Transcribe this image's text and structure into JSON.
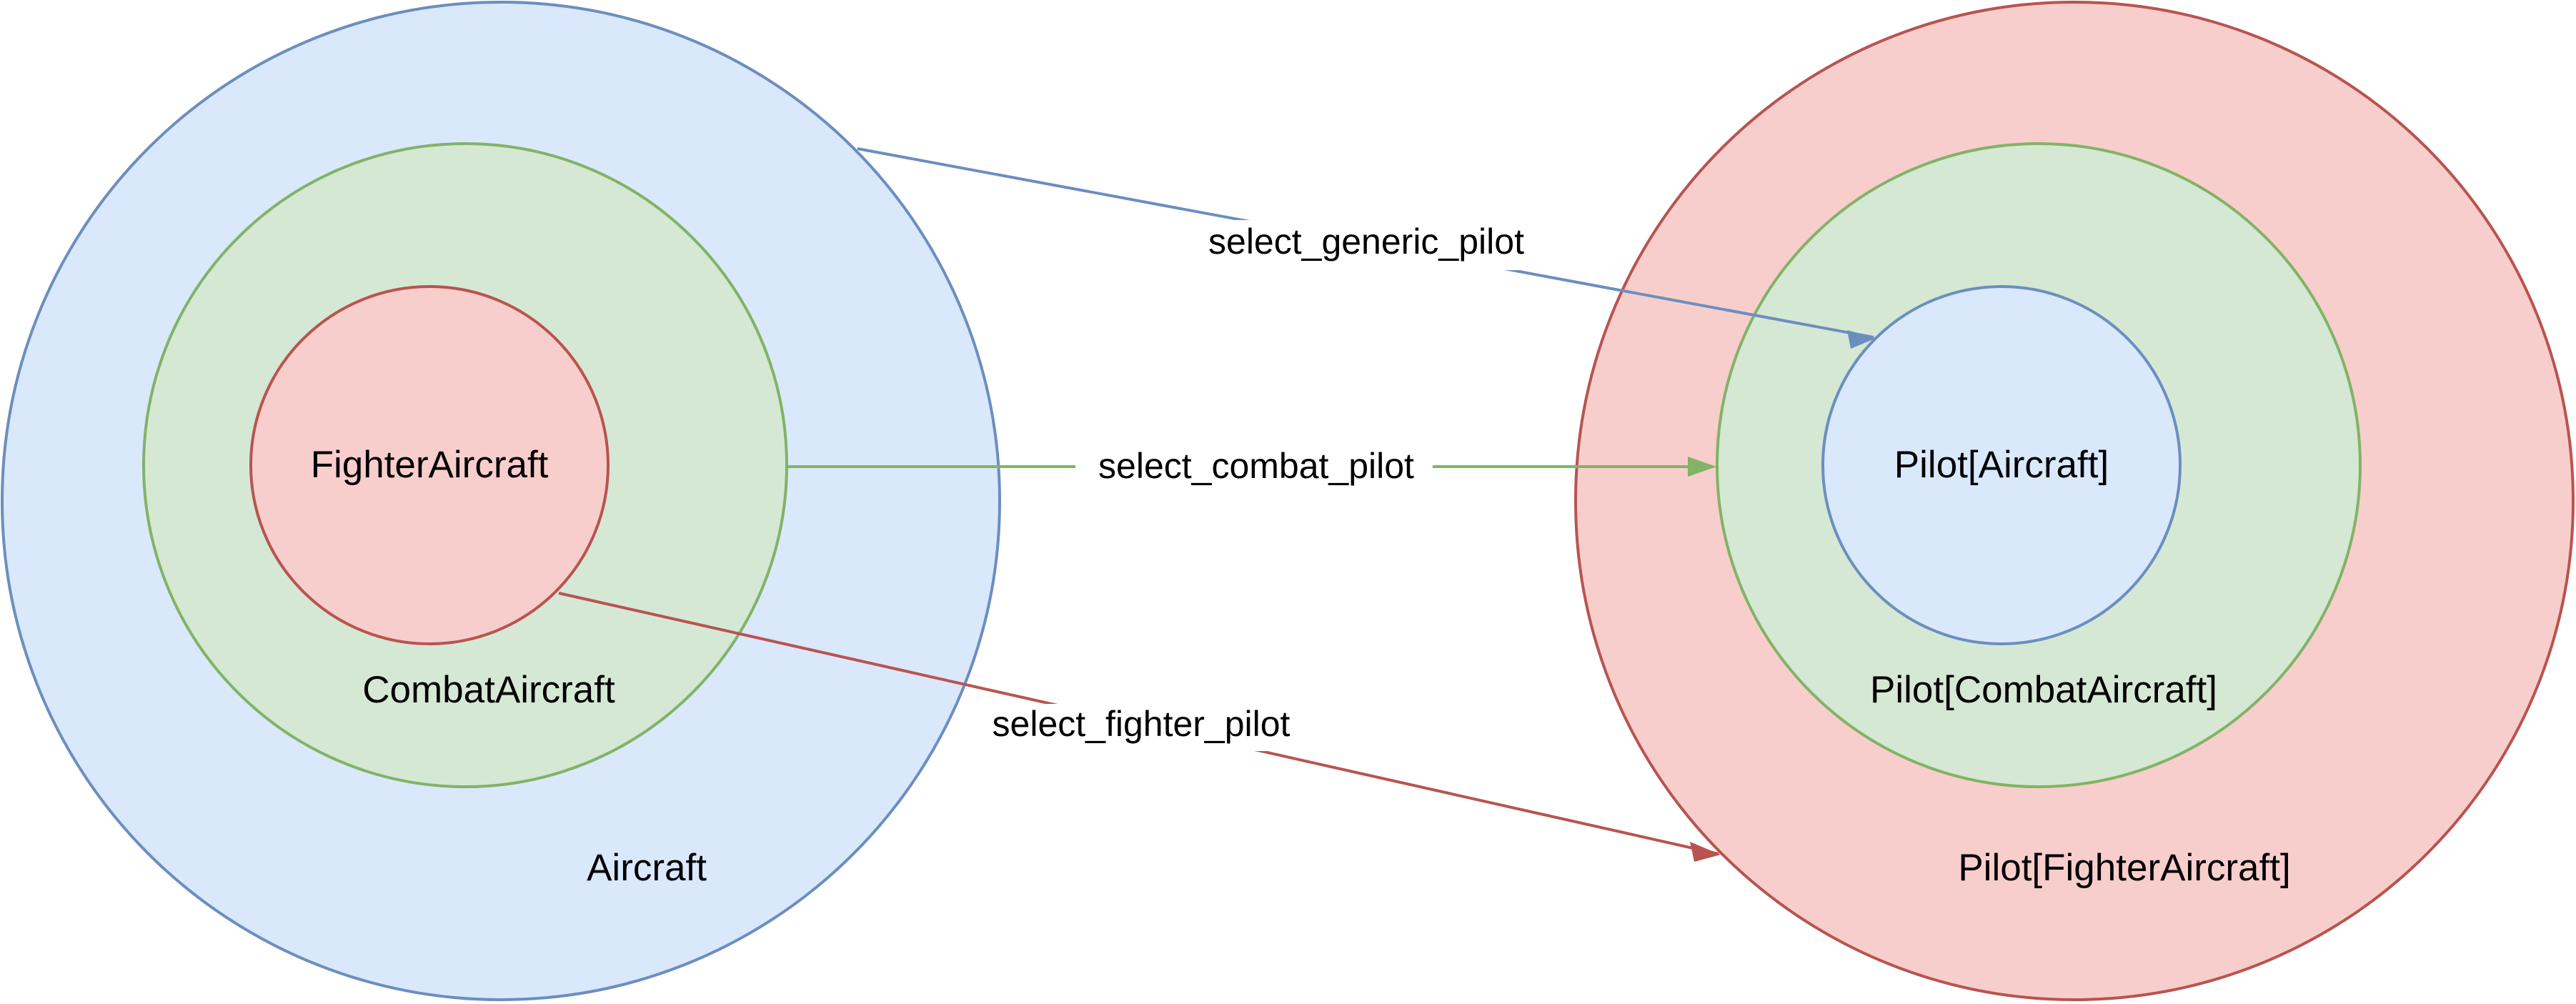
{
  "colors": {
    "blue_fill": "#dae8fc",
    "blue_stroke": "#6c8ebf",
    "green_fill": "#d5e8d4",
    "green_stroke": "#82b366",
    "red_fill": "#f8cecc",
    "red_stroke": "#b85450"
  },
  "left_sets": {
    "outer": "Aircraft",
    "middle": "CombatAircraft",
    "inner": "FighterAircraft"
  },
  "right_sets": {
    "outer": "Pilot[FighterAircraft]",
    "middle": "Pilot[CombatAircraft]",
    "inner": "Pilot[Aircraft]"
  },
  "edges": {
    "generic": "select_generic_pilot",
    "combat": "select_combat_pilot",
    "fighter": "select_fighter_pilot"
  }
}
